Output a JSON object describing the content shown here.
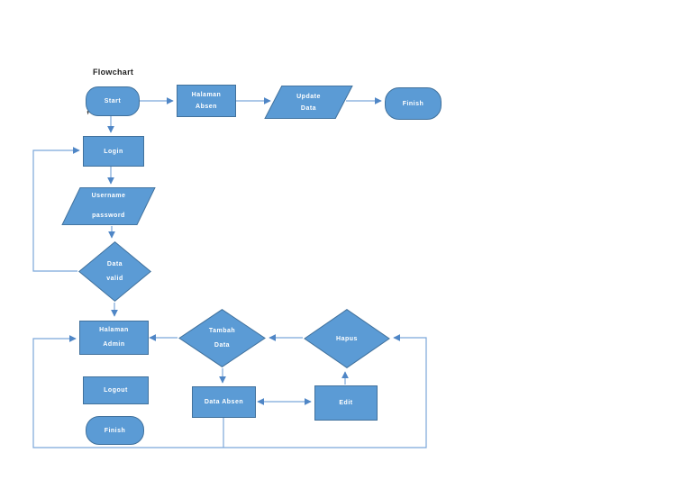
{
  "title": "Flowchart",
  "annotation_mark": ",",
  "colors": {
    "shape_fill": "#5b9bd5",
    "shape_border": "#41719c",
    "connector": "#7ba7d9",
    "arrowhead": "#4f86c6",
    "label_text": "#ffffff",
    "title_text": "#1f1f1f"
  },
  "nodes": {
    "start": {
      "label": "Start",
      "type": "terminator"
    },
    "halaman_absen": {
      "label": "Halaman\nAbsen",
      "type": "process"
    },
    "update_data": {
      "label": "Update\nData",
      "type": "data"
    },
    "finish_top": {
      "label": "Finish",
      "type": "terminator"
    },
    "login": {
      "label": "Login",
      "type": "process"
    },
    "username_password": {
      "label": "Username\npassword",
      "type": "data"
    },
    "data_valid": {
      "label": "Data\nvalid",
      "type": "decision"
    },
    "halaman_admin": {
      "label": "Halaman\nAdmin",
      "type": "process"
    },
    "tambah_data": {
      "label": "Tambah\nData",
      "type": "decision"
    },
    "hapus": {
      "label": "Hapus",
      "type": "decision"
    },
    "logout": {
      "label": "Logout",
      "type": "process"
    },
    "finish_bottom": {
      "label": "Finish",
      "type": "terminator"
    },
    "data_absen": {
      "label": "Data Absen",
      "type": "process"
    },
    "edit": {
      "label": "Edit",
      "type": "process"
    }
  },
  "edges": [
    {
      "from": "start",
      "to": "halaman_absen"
    },
    {
      "from": "halaman_absen",
      "to": "update_data"
    },
    {
      "from": "update_data",
      "to": "finish_top"
    },
    {
      "from": "start",
      "to": "login"
    },
    {
      "from": "login",
      "to": "username_password"
    },
    {
      "from": "username_password",
      "to": "data_valid"
    },
    {
      "from": "data_valid",
      "to": "halaman_admin"
    },
    {
      "from": "data_valid",
      "to": "login",
      "note": "left feedback loop"
    },
    {
      "from": "halaman_admin",
      "to": "logout"
    },
    {
      "from": "logout",
      "to": "finish_bottom"
    },
    {
      "from": "tambah_data",
      "to": "halaman_admin"
    },
    {
      "from": "hapus",
      "to": "tambah_data"
    },
    {
      "from": "tambah_data",
      "to": "data_absen"
    },
    {
      "from": "edit",
      "to": "hapus"
    },
    {
      "from": "data_absen",
      "to": "edit",
      "style": "bidirectional"
    },
    {
      "from": "data_absen",
      "to": "halaman_admin",
      "note": "bottom-left loop"
    },
    {
      "from": "data_absen",
      "to": "hapus",
      "note": "bottom-right loop"
    }
  ]
}
